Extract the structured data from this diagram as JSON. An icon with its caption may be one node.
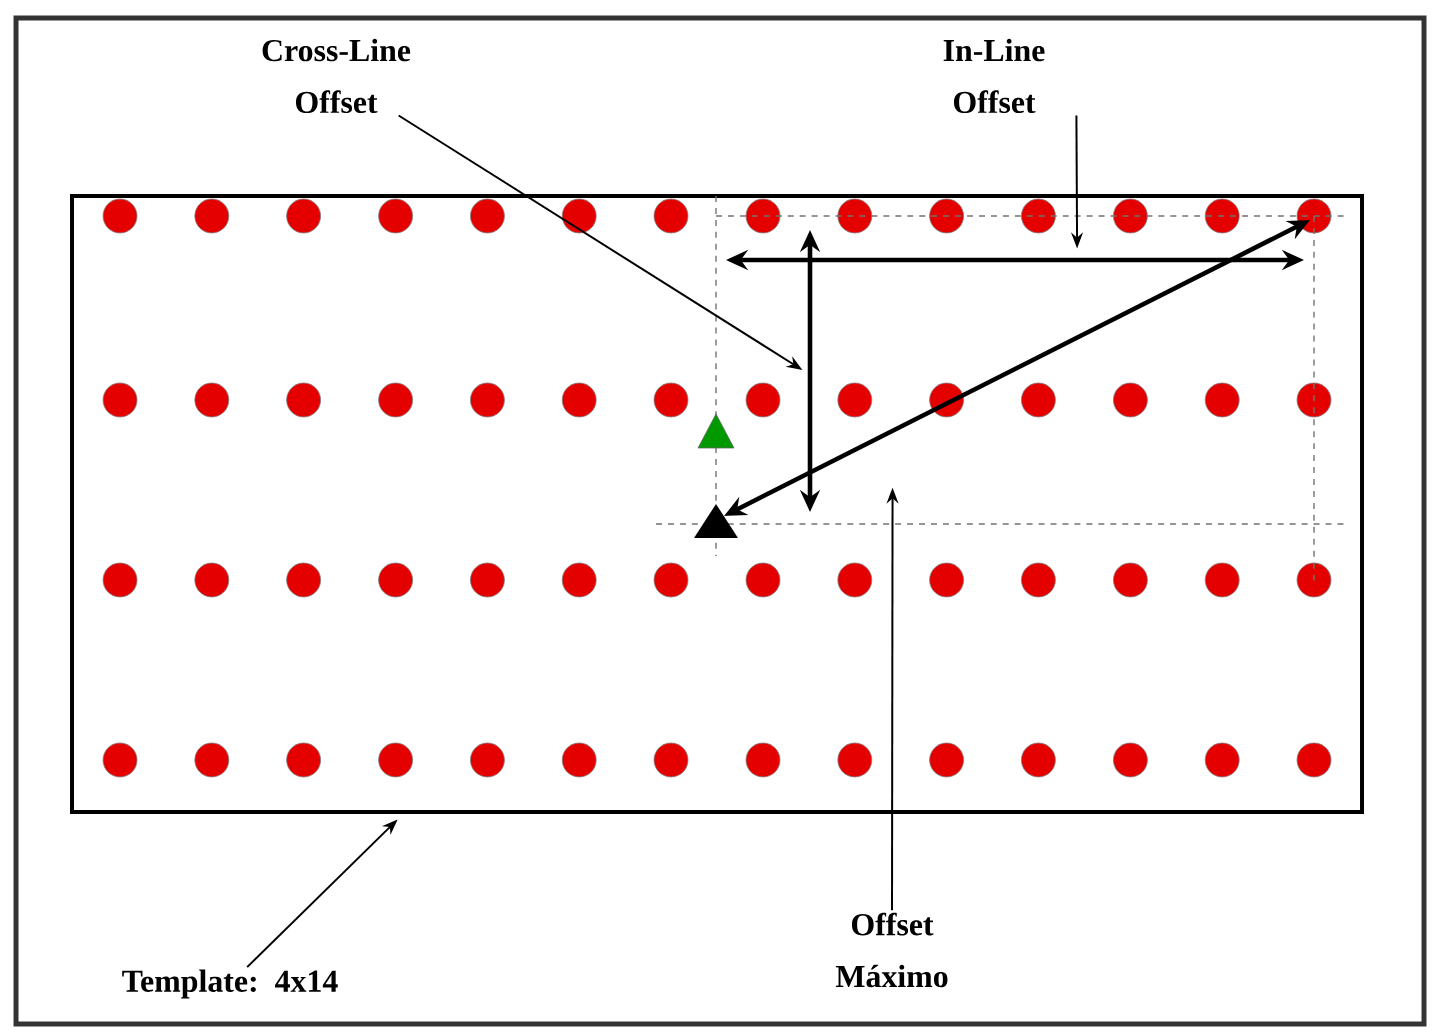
{
  "diagram": {
    "nodes": [
      {
        "text": [
          "Cross-Line Offset"
        ]
      },
      {
        "text": [
          "In-Line Offset"
        ]
      },
      {
        "text": [
          "Offset Máximo"
        ]
      },
      {
        "text": [
          "Template: 4x14"
        ]
      },
      {
        "text": [],
        "shape": "box"
      }
    ],
    "edges": [
      {
        "from": 0,
        "to": 4,
        "arrow": "to"
      },
      {
        "from": 1,
        "to": 4,
        "arrow": "to"
      },
      {
        "from": 2,
        "to": 4,
        "arrow": "to"
      },
      {
        "from": 3,
        "to": 4,
        "arrow": "to"
      }
    ]
  }
}
